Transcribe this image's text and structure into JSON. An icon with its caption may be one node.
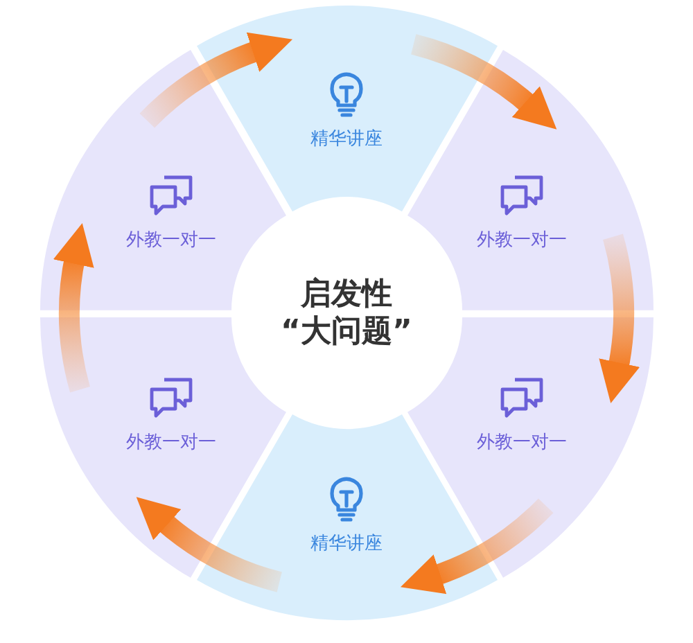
{
  "diagram": {
    "nodes": [
      {
        "text": [
          "启发性",
          "“大问题”"
        ]
      },
      {
        "text": [
          "精华讲座"
        ]
      },
      {
        "text": [
          "外教一对一"
        ]
      },
      {
        "text": [
          "外教一对一"
        ]
      },
      {
        "text": [
          "精华讲座"
        ]
      },
      {
        "text": [
          "外教一对一"
        ]
      },
      {
        "text": [
          "外教一对一"
        ]
      }
    ],
    "edges": [
      {
        "from": 6,
        "to": 1,
        "arrow": "to"
      },
      {
        "from": 1,
        "to": 2,
        "arrow": "to"
      },
      {
        "from": 2,
        "to": 3,
        "arrow": "to"
      },
      {
        "from": 3,
        "to": 4,
        "arrow": "to"
      },
      {
        "from": 4,
        "to": 5,
        "arrow": "to"
      },
      {
        "from": 5,
        "to": 6,
        "arrow": "to"
      }
    ]
  }
}
